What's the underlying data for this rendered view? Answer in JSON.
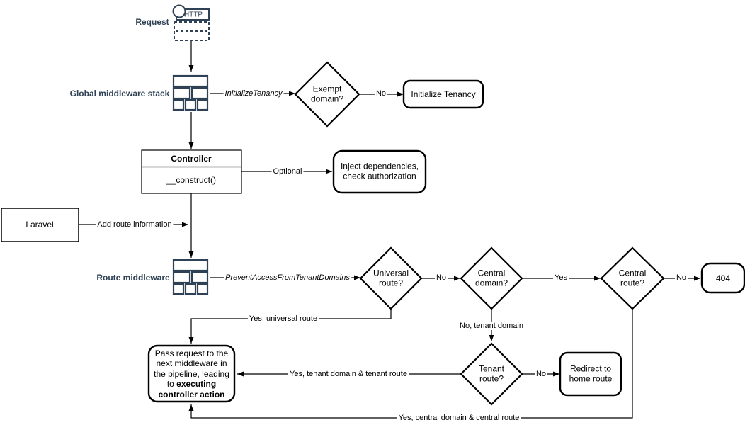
{
  "colors": {
    "accent_navy": "#2f4154",
    "node_stroke": "#000000",
    "background": "#ffffff"
  },
  "stage_labels": {
    "request": "Request",
    "http": "HTTP",
    "global_middleware_stack": "Global middleware stack",
    "route_middleware": "Route middleware"
  },
  "nodes": {
    "laravel": "Laravel",
    "exempt_domain": "Exempt domain?",
    "initialize_tenancy": "Initialize Tenancy",
    "controller_title": "Controller",
    "controller_method": "__construct()",
    "inject_dependencies": "Inject dependencies, check authorization",
    "universal_route": "Universal route?",
    "central_domain": "Central domain?",
    "central_route": "Central route?",
    "not_found": "404",
    "tenant_route": "Tenant route?",
    "redirect_home": "Redirect to home route",
    "pass_request_text": "Pass request to the next middleware in the pipeline, leading to ",
    "pass_request_bold": "executing controller action"
  },
  "edge_labels": {
    "initialize_tenancy_mw": "InitializeTenancy",
    "exempt_no": "No",
    "optional": "Optional",
    "add_route_info": "Add route information",
    "prevent_access_mw": "PreventAccessFromTenantDomains",
    "universal_no": "No",
    "central_domain_yes": "Yes",
    "central_route_no": "No",
    "universal_yes": "Yes, universal route",
    "central_domain_no": "No, tenant domain",
    "tenant_yes": "Yes, tenant domain & tenant route",
    "tenant_no": "No",
    "central_yes": "Yes, central domain & central route"
  }
}
